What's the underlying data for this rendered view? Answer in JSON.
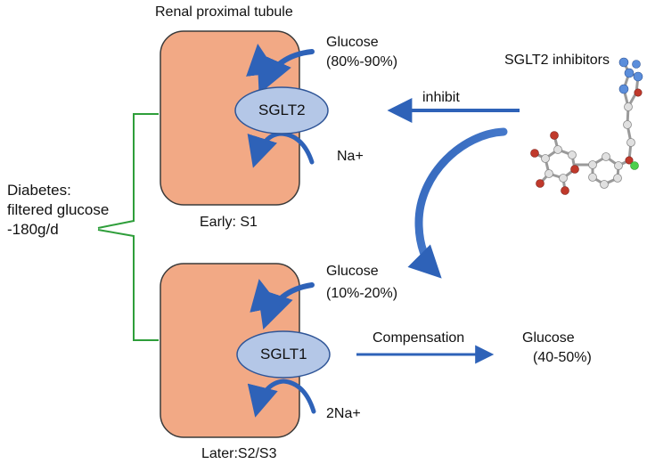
{
  "title": "Renal proximal tubule",
  "diabetes": {
    "line1": "Diabetes:",
    "line2": "filtered glucose",
    "line3": "-180g/d"
  },
  "early": {
    "transporter": "SGLT2",
    "glucose_label": "Glucose",
    "glucose_pct": "(80%-90%)",
    "sodium": "Na+",
    "segment": "Early: S1"
  },
  "later": {
    "transporter": "SGLT1",
    "glucose_label": "Glucose",
    "glucose_pct": "(10%-20%)",
    "sodium": "2Na+",
    "segment": "Later:S2/S3"
  },
  "inhibitor": {
    "name": "SGLT2 inhibitors",
    "action": "inhibit"
  },
  "compensation": {
    "label": "Compensation",
    "glucose_label": "Glucose",
    "glucose_pct": "(40-50%)"
  },
  "colors": {
    "cell_fill": "#F2A985",
    "cell_stroke": "#3a3a3a",
    "transporter_fill": "#B4C7E7",
    "transporter_stroke": "#2F5597",
    "arrow_blue": "#2E62B8",
    "bracket_green": "#2E9E3A"
  }
}
